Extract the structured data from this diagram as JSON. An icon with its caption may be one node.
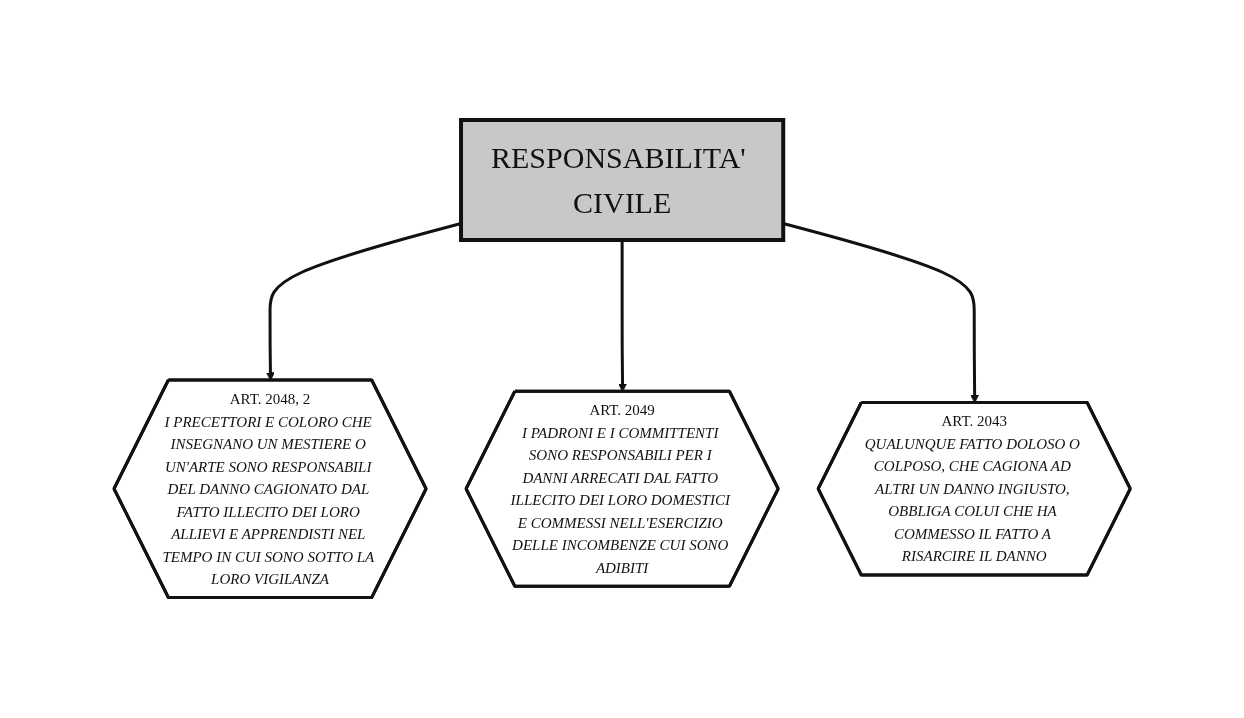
{
  "diagram": {
    "nodes": [
      {
        "text": [
          "ART. 2048, 2",
          "I PRECETTORI E COLORO CHE INSEGNANO UN MESTIERE O UN'ARTE SONO RESPONSABILI DEL DANNO CAGIONATO DAL FATTO ILLECITO DEI LORO ALLIEVI E APPRENDISTI NEL TEMPO IN CUI SONO SOTTO LA LORO VIGILANZA"
        ]
      },
      {
        "text": [
          "RESPONSABILITA' CIVILE"
        ]
      },
      {
        "text": [
          "ART. 2049",
          "I PADRONI E I COMMITTENTI SONO RESPONSABILI PER I DANNI ARRECATI DAL FATTO ILLECITO DEI LORO DOMESTICI E COMMESSI NELL'ESERCIZIO DELLE INCOMBENZE CUI SONO ADIBITI"
        ]
      },
      {
        "text": [
          "ART. 2043",
          "QUALUNQUE FATTO DOLOSO O COLPOSO, CHE CAGIONA AD ALTRI UN DANNO INGIUSTO, OBBLIGA COLUI CHE HA COMMESSO IL FATTO A RISARCIRE IL DANNO"
        ]
      }
    ],
    "edges": [
      {
        "from": 1,
        "to": 0,
        "arrow": "to"
      },
      {
        "from": 1,
        "to": 2,
        "arrow": "to"
      },
      {
        "from": 1,
        "to": 3,
        "arrow": "to"
      }
    ]
  }
}
